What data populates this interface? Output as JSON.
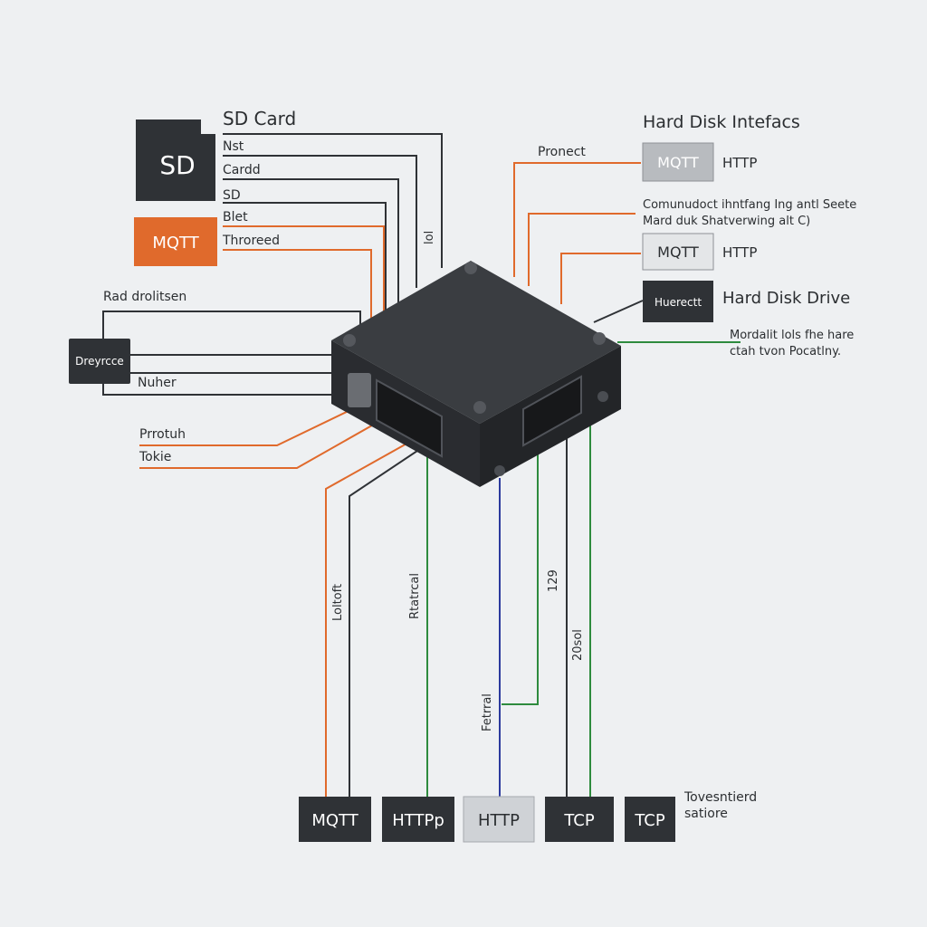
{
  "sd_card": {
    "title": "SD Card",
    "icon_text": "SD",
    "lines": [
      "Nst",
      "Cardd",
      "SD",
      "Blet",
      "Throreed"
    ]
  },
  "mqtt_left": {
    "label": "MQTT"
  },
  "left_section": {
    "title": "Rad drolitsen",
    "device_label": "Dreyrcce",
    "connector_label": "Nuher"
  },
  "left_bottom": {
    "lines": [
      "Prrotuh",
      "Tokie"
    ]
  },
  "top_vertical_label": "lol",
  "right": {
    "title": "Hard Disk Intefacs",
    "protocol_label": "Pronect",
    "box1": {
      "label": "MQTT",
      "side": "HTTP"
    },
    "desc": [
      "Comunudoct ihntfang Ing antl Seete",
      "Mard duk Shatverwing alt C)"
    ],
    "box2": {
      "label": "MQTT",
      "side": "HTTP"
    },
    "box3": {
      "label": "Huerectt",
      "side": "Hard Disk Drive"
    },
    "desc2": [
      "Mordalit lols fhe hare",
      "ctah tvon Pocatlny."
    ]
  },
  "vertical_labels": [
    "Loltoft",
    "Rtatrcal",
    "Fetrral",
    "129",
    "20sol"
  ],
  "bottom": {
    "boxes": [
      "MQTT",
      "HTTPp",
      "HTTP",
      "TCP",
      "TCP"
    ],
    "note": [
      "Tovesntierd",
      "satiore"
    ]
  },
  "colors": {
    "orange": "#e06a2c",
    "dark": "#2f3236",
    "green": "#2e8b3e",
    "blue": "#2c3a9e",
    "light_box": "#cfd2d6"
  }
}
